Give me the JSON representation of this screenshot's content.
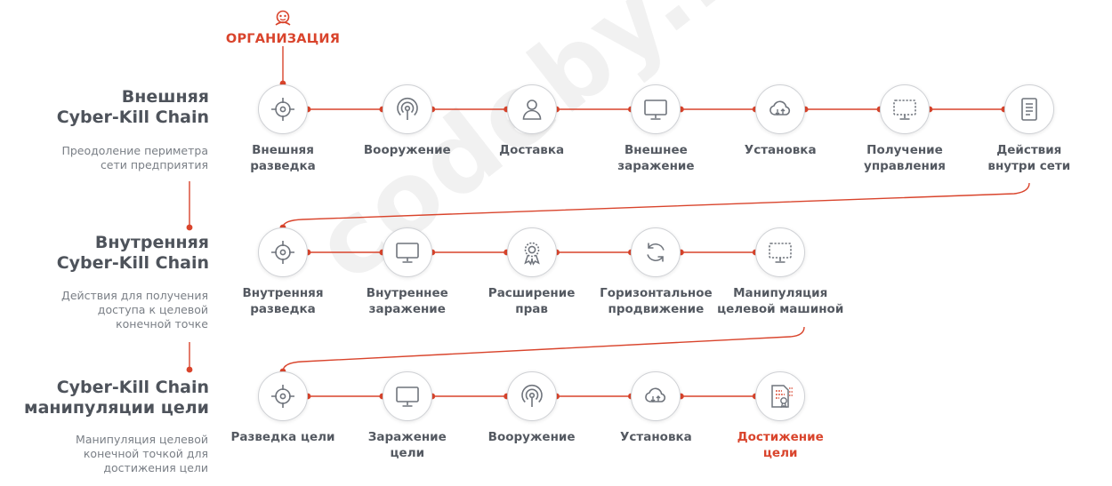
{
  "colors": {
    "accent": "#d9442c",
    "text": "#545961",
    "muted": "#7a7f86",
    "node_border": "#cfd1d5"
  },
  "organization_label": "ОРГАНИЗАЦИЯ",
  "watermark": "codeby.net",
  "rows": [
    {
      "title": [
        "Внешняя",
        "Cyber-Kill Chain"
      ],
      "desc": [
        "Преодоление периметра",
        "сети предприятия"
      ],
      "nodes": [
        {
          "icon": "target-icon",
          "label": [
            "Внешняя",
            "разведка"
          ]
        },
        {
          "icon": "signal-icon",
          "label": [
            "Вооружение"
          ]
        },
        {
          "icon": "person-icon",
          "label": [
            "Доставка"
          ]
        },
        {
          "icon": "monitor-icon",
          "label": [
            "Внешнее",
            "заражение"
          ]
        },
        {
          "icon": "cloud-icon",
          "label": [
            "Установка"
          ]
        },
        {
          "icon": "dashed-monitor-icon",
          "label": [
            "Получение",
            "управления"
          ]
        },
        {
          "icon": "document-icon",
          "label": [
            "Действия",
            "внутри сети"
          ]
        }
      ]
    },
    {
      "title": [
        "Внутренняя",
        "Cyber-Kill Chain"
      ],
      "desc": [
        "Действия для получения",
        "доступа к целевой",
        "конечной точке"
      ],
      "nodes": [
        {
          "icon": "target-icon",
          "label": [
            "Внутренняя",
            "разведка"
          ]
        },
        {
          "icon": "monitor-icon",
          "label": [
            "Внутреннее",
            "заражение"
          ]
        },
        {
          "icon": "award-icon",
          "label": [
            "Расширение",
            "прав"
          ]
        },
        {
          "icon": "refresh-icon",
          "label": [
            "Горизонтальное",
            "продвижение"
          ]
        },
        {
          "icon": "dashed-monitor-icon",
          "label": [
            "Манипуляция",
            "целевой машиной"
          ]
        }
      ]
    },
    {
      "title": [
        "Cyber-Kill Chain",
        "манипуляции цели"
      ],
      "desc": [
        "Манипуляция целевой",
        "конечной точкой для",
        "достижения цели"
      ],
      "nodes": [
        {
          "icon": "target-icon",
          "label": [
            "Разведка цели"
          ]
        },
        {
          "icon": "monitor-icon",
          "label": [
            "Заражение",
            "цели"
          ]
        },
        {
          "icon": "signal-icon",
          "label": [
            "Вооружение"
          ]
        },
        {
          "icon": "cloud-icon",
          "label": [
            "Установка"
          ]
        },
        {
          "icon": "certificate-icon",
          "label": [
            "Достижение",
            "цели"
          ],
          "accent": true
        }
      ]
    }
  ]
}
